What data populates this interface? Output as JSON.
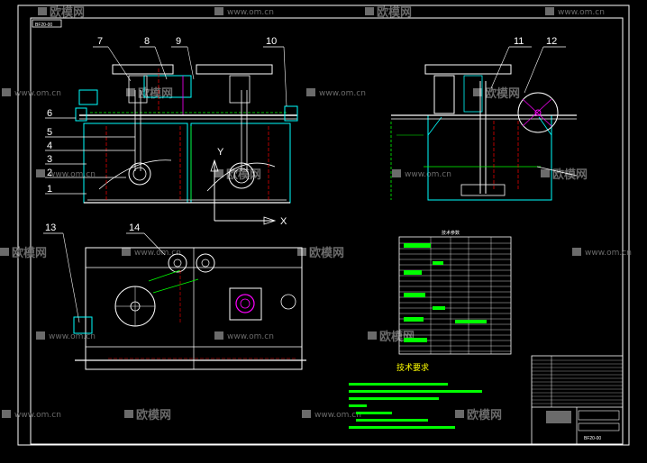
{
  "colors": {
    "background": "#000000",
    "frame": "#ffffff",
    "cyan": "#00ffff",
    "green": "#00ff00",
    "red": "#ff0000",
    "yellow": "#ffff00",
    "magenta": "#ff00ff",
    "gray": "#9a9a9a",
    "watermark": "#6b6b6b"
  },
  "callouts": {
    "front": [
      "7",
      "8",
      "9",
      "10",
      "6",
      "5",
      "4",
      "3",
      "2",
      "1"
    ],
    "side": [
      "11",
      "12"
    ],
    "plan": [
      "13",
      "14"
    ]
  },
  "axes": {
    "x": "X",
    "y": "Y"
  },
  "tech_params_title": "技术参数",
  "tech_requirements_title": "技术要求",
  "titleblock": {
    "drawing_no": "BF20-00"
  },
  "watermark": {
    "brand": "欧模网",
    "url": "www.om.cn"
  }
}
